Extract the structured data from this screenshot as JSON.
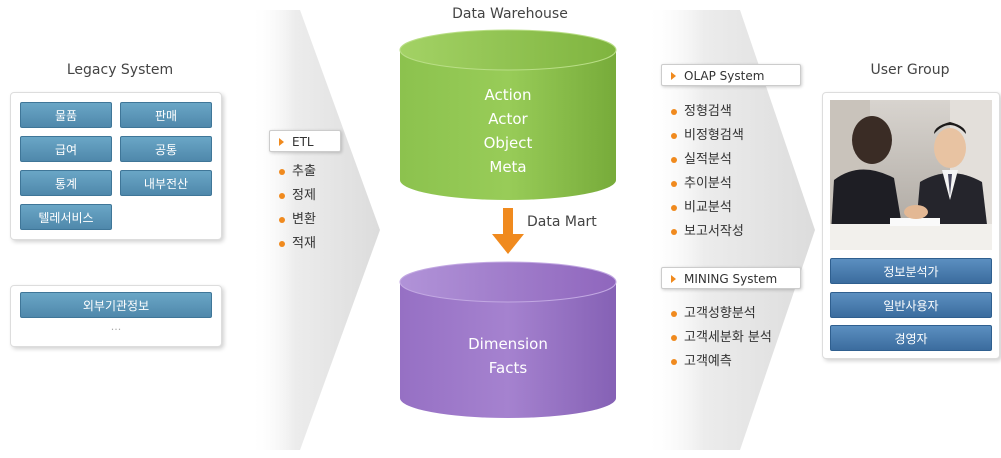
{
  "titles": {
    "legacy": "Legacy System",
    "warehouse": "Data Warehouse",
    "datamart": "Data Mart",
    "usergroup": "User Group"
  },
  "legacy": {
    "buttons": [
      "물품",
      "판매",
      "급여",
      "공통",
      "통계",
      "내부전산",
      "텔레서비스"
    ],
    "external": "외부기관정보",
    "external_more": "..."
  },
  "etl": {
    "tag": "ETL",
    "steps": [
      "추출",
      "정제",
      "변환",
      "적재"
    ]
  },
  "warehouse": {
    "items": [
      "Action",
      "Actor",
      "Object",
      "Meta"
    ]
  },
  "datamart": {
    "items": [
      "Dimension",
      "Facts"
    ]
  },
  "olap": {
    "tag": "OLAP System",
    "items": [
      "정형검색",
      "비정형검색",
      "실적분석",
      "추이분석",
      "비교분석",
      "보고서작성"
    ]
  },
  "mining": {
    "tag": "MINING System",
    "items": [
      "고객성향분석",
      "고객세분화 분석",
      "고객예측"
    ]
  },
  "usergroup": {
    "buttons": [
      "정보분석가",
      "일반사용자",
      "경영자"
    ]
  },
  "colors": {
    "green_cylinder": "#8dc24f",
    "purple_cylinder": "#9a73c4",
    "orange_accent": "#f08a1e",
    "legacy_button": "#5a93b6",
    "user_button": "#4a7db0"
  }
}
